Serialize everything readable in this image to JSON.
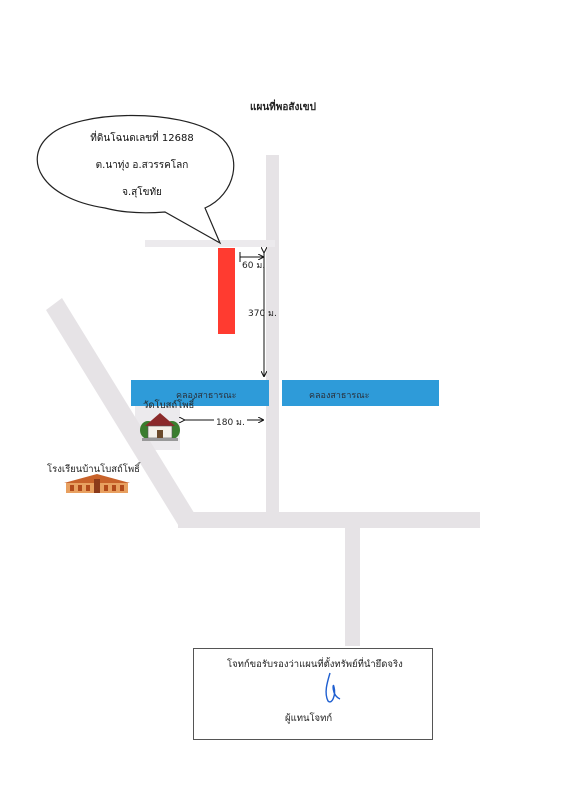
{
  "map": {
    "title": "แผนที่พอสังเขป"
  },
  "callout": {
    "line1": "ที่ดินโฉนดเลขที่ 12688",
    "line2": "ต.นาทุ่ง อ.สวรรคโลก",
    "line3": "จ.สุโขทัย"
  },
  "dimensions": {
    "plot_offset": "60 ม.",
    "to_canal": "370 ม.",
    "temple_to_junction": "180 ม."
  },
  "canal": {
    "label_left": "คลองสาธารณะ",
    "label_right": "คลองสาธารณะ"
  },
  "landmarks": {
    "temple": "วัดโบสถ์โพธิ์",
    "school": "โรงเรียนบ้านโบสถ์โพธิ์"
  },
  "certification": {
    "statement": "โจทก์ขอรับรองว่าแผนที่ตั้งทรัพย์ที่นำยึดจริง",
    "signer": "ผู้แทนโจทก์"
  },
  "colors": {
    "road": "#e6e3e6",
    "canal": "#2e9bd9",
    "plot": "#ff3b30"
  }
}
